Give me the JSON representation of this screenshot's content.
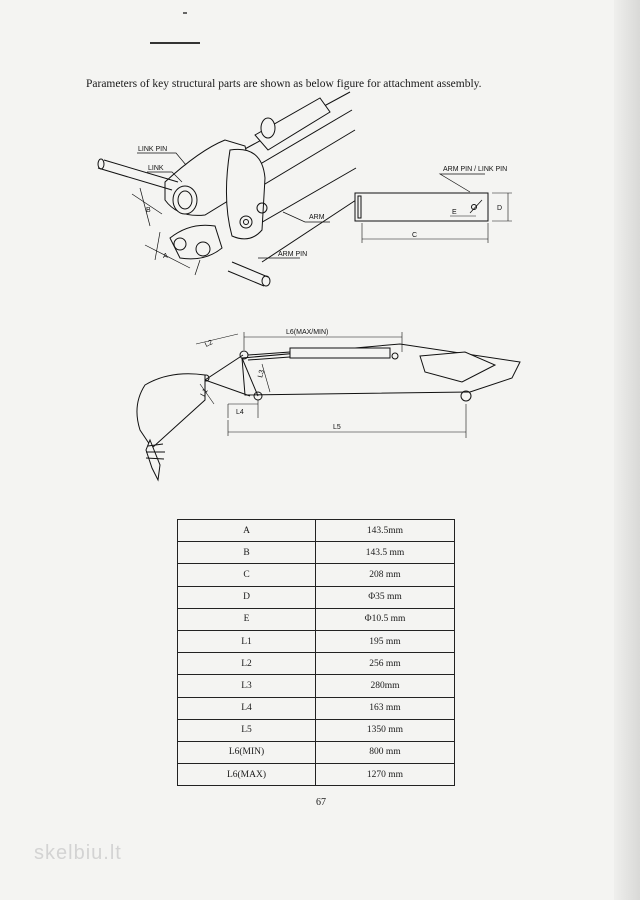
{
  "intro": "Parameters of key structural parts are shown as below figure for attachment assembly.",
  "figure1": {
    "labels": {
      "link_pin": "LINK PIN",
      "link": "LINK",
      "arm": "ARM",
      "arm_pin": "ARM PIN",
      "b": "B",
      "a": "A"
    }
  },
  "figure2": {
    "title": "ARM PIN / LINK PIN",
    "c": "C",
    "d": "D",
    "e": "E"
  },
  "figure3": {
    "l2": "L2",
    "l6": "L6(MAX/MIN)",
    "l3": "L3",
    "l1": "L1",
    "l4": "L4",
    "l5": "L5"
  },
  "table": [
    {
      "param": "A",
      "value": "143.5mm"
    },
    {
      "param": "B",
      "value": "143.5 mm"
    },
    {
      "param": "C",
      "value": "208 mm"
    },
    {
      "param": "D",
      "value": "Φ35 mm"
    },
    {
      "param": "E",
      "value": "Φ10.5 mm"
    },
    {
      "param": "L1",
      "value": "195 mm"
    },
    {
      "param": "L2",
      "value": "256 mm"
    },
    {
      "param": "L3",
      "value": "280mm"
    },
    {
      "param": "L4",
      "value": "163 mm"
    },
    {
      "param": "L5",
      "value": "1350 mm"
    },
    {
      "param": "L6(MIN)",
      "value": "800 mm"
    },
    {
      "param": "L6(MAX)",
      "value": "1270 mm"
    }
  ],
  "page_number": "67",
  "watermark": "skelbiu.lt"
}
